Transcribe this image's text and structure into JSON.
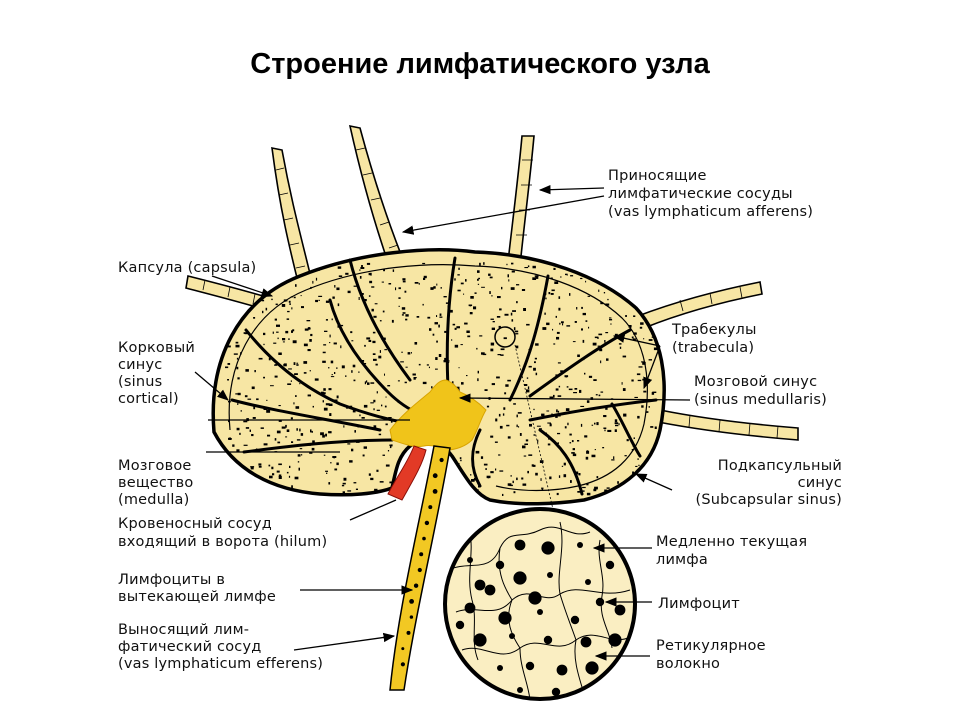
{
  "title": "Строение лимфатического узла",
  "colors": {
    "node_fill": "#f7e6a4",
    "capsule_outline": "#000000",
    "hilum": "#f0c41a",
    "efferent_vessel": "#f2c823",
    "blood_vessel": "#e23a26",
    "lymphocyte": "#000000",
    "inset_fill": "#faeec2"
  },
  "labels": {
    "afferent": [
      "Приносящие",
      "лимфатические сосуды",
      "(vas lymphaticum afferens)"
    ],
    "capsule": [
      "Капсула (capsula)"
    ],
    "cortical_sinus": [
      "Корковый",
      "синус",
      "(sinus",
      "cortical)"
    ],
    "trabecula": [
      "Трабекулы",
      "(trabecula)"
    ],
    "medullary_sinus": [
      "Мозговой синус",
      "(sinus medullaris)"
    ],
    "medulla": [
      "Мозговое",
      "вещество",
      "(medulla)"
    ],
    "subcapsular_sinus": [
      "Подкапсульный",
      "синус",
      "(Subcapsular sinus)"
    ],
    "blood_vessel": [
      "Кровеносный сосуд",
      "входящий в ворота (hilum)"
    ],
    "slow_lymph": [
      "Медленно текущая",
      "лимфа"
    ],
    "lymphocytes_efferent": [
      "Лимфоциты в",
      "вытекающей лимфе"
    ],
    "lymphocyte": [
      "Лимфоцит"
    ],
    "efferent": [
      "Выносящий лим-",
      "фатический сосуд",
      "(vas lymphaticum efferens)"
    ],
    "reticular_fiber": [
      "Ретикулярное",
      "волокно"
    ]
  }
}
